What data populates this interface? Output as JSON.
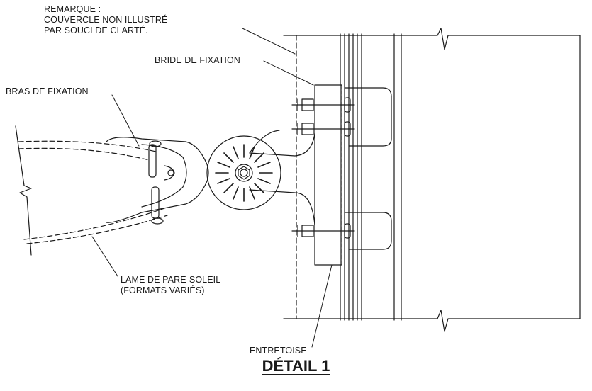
{
  "note": {
    "line1": "REMARQUE :",
    "line2": "COUVERCLE NON ILLUSTRÉ",
    "line3": "PAR SOUCI DE CLARTÉ."
  },
  "labels": {
    "bride": "BRIDE DE FIXATION",
    "bras": "BRAS DE FIXATION",
    "lame_line1": "LAME DE PARE-SOLEIL",
    "lame_line2": "(FORMATS VARIÉS)",
    "entretoise": "ENTRETOISE"
  },
  "title": "DÉTAIL 1"
}
